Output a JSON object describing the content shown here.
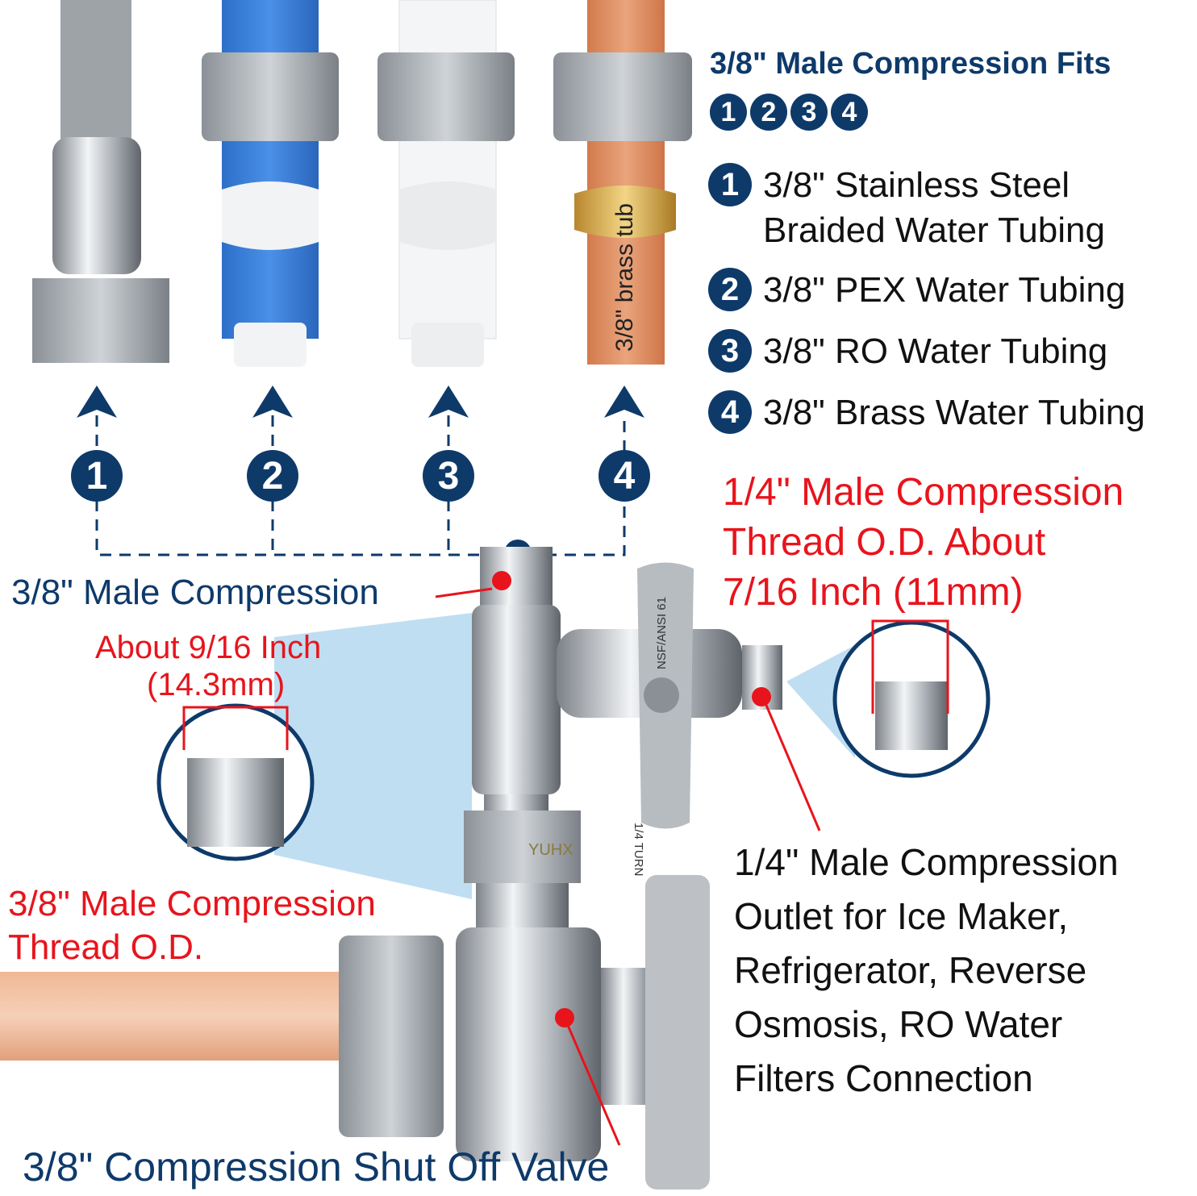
{
  "header": {
    "title": "3/8\" Male Compression Fits",
    "badges": [
      "1",
      "2",
      "3",
      "4"
    ]
  },
  "legend": [
    {
      "num": "1",
      "text": "3/8\" Stainless Steel Braided Water Tubing"
    },
    {
      "num": "2",
      "text": "3/8\" PEX Water Tubing"
    },
    {
      "num": "3",
      "text": "3/8\" RO Water Tubing"
    },
    {
      "num": "4",
      "text": "3/8\" Brass Water Tubing"
    }
  ],
  "markers": [
    "1",
    "2",
    "3",
    "4"
  ],
  "labels": {
    "inlet_male": "3/8\" Male Compression",
    "inlet_size_1": "About 9/16 Inch",
    "inlet_size_2": "(14.3mm)",
    "inlet_thread_1": "3/8\" Male Compression",
    "inlet_thread_2": "Thread O.D.",
    "outlet_size_1": "1/4\" Male Compression",
    "outlet_size_2": "Thread O.D. About",
    "outlet_size_3": "7/16 Inch (11mm)",
    "outlet_desc": [
      "1/4\" Male Compression",
      "Outlet for Ice Maker,",
      "Refrigerator, Reverse",
      "Osmosis, RO Water",
      "Filters Connection"
    ],
    "valve_name": "3/8\" Compression Shut Off Valve",
    "brand": "YUHX",
    "handle_text": "NSF/ANSI 61",
    "turn_text": "1/4 TURN",
    "tube_text": "3/8\" brass tub"
  },
  "colors": {
    "blue": "#0e3a6a",
    "red": "#e8141c",
    "copper": "#e0956a",
    "pex_blue": "#3b7fd6"
  }
}
